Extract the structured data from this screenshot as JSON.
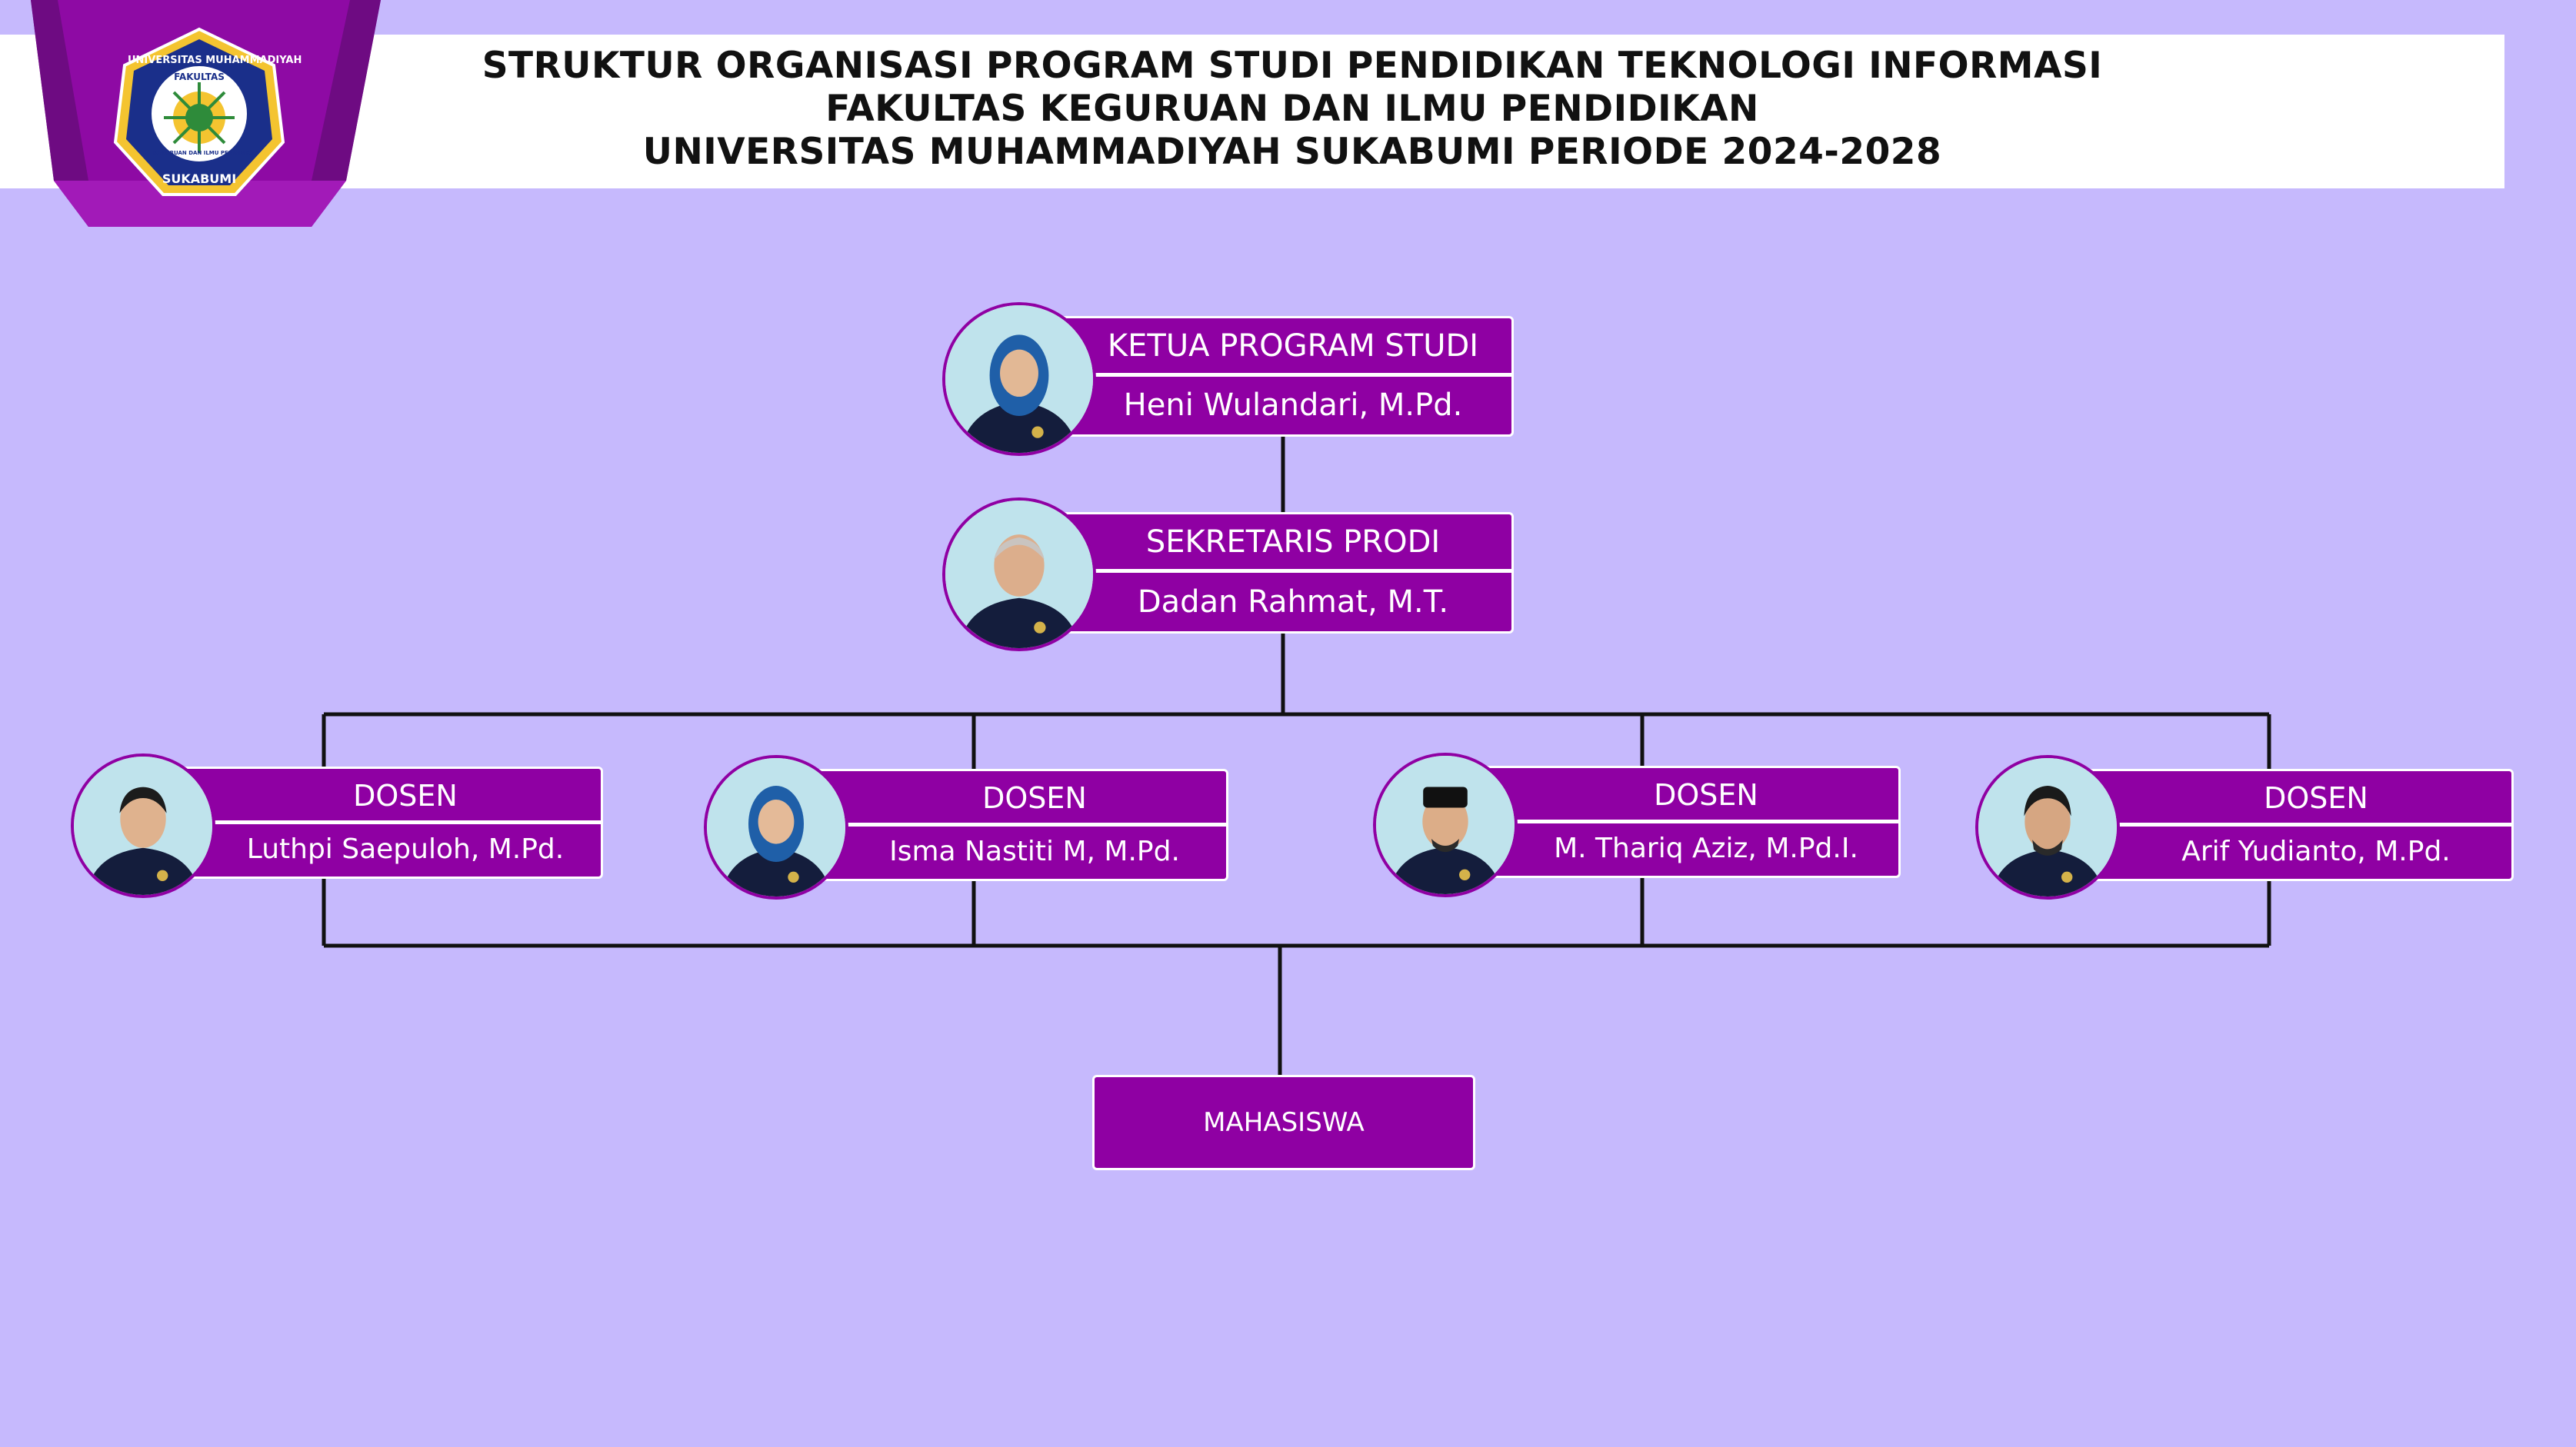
{
  "header": {
    "title_line1": "STRUKTUR ORGANISASI PROGRAM STUDI PENDIDIKAN TEKNOLOGI INFORMASI",
    "title_line2": "FAKULTAS KEGURUAN DAN ILMU PENDIDIKAN",
    "title_line3": "UNIVERSITAS MUHAMMADIYAH SUKABUMI PERIODE 2024-2028",
    "logo_text_top": "UNIVERSITAS MUHAMMADIYAH",
    "logo_text_inner": "FAKULTAS",
    "logo_text_inner2": "KEGURUAN DAN ILMU PENDIDIKAN",
    "logo_text_bottom": "SUKABUMI"
  },
  "colors": {
    "background": "#c6b9fd",
    "box_fill": "#8f00a3",
    "logo_tab": "#9b10b0",
    "logo_tab_dark": "#6e0b82",
    "connector": "#111111"
  },
  "nodes": {
    "ketua": {
      "role": "KETUA PROGRAM STUDI",
      "name": "Heni Wulandari, M.Pd."
    },
    "sekretaris": {
      "role": "SEKRETARIS PRODI",
      "name": "Dadan Rahmat, M.T."
    },
    "dosen": [
      {
        "role": "DOSEN",
        "name": "Luthpi Saepuloh, M.Pd."
      },
      {
        "role": "DOSEN",
        "name": "Isma Nastiti M, M.Pd."
      },
      {
        "role": "DOSEN",
        "name": "M. Thariq Aziz, M.Pd.I."
      },
      {
        "role": "DOSEN",
        "name": "Arif Yudianto, M.Pd."
      }
    ],
    "mahasiswa": {
      "label": "MAHASISWA"
    }
  }
}
